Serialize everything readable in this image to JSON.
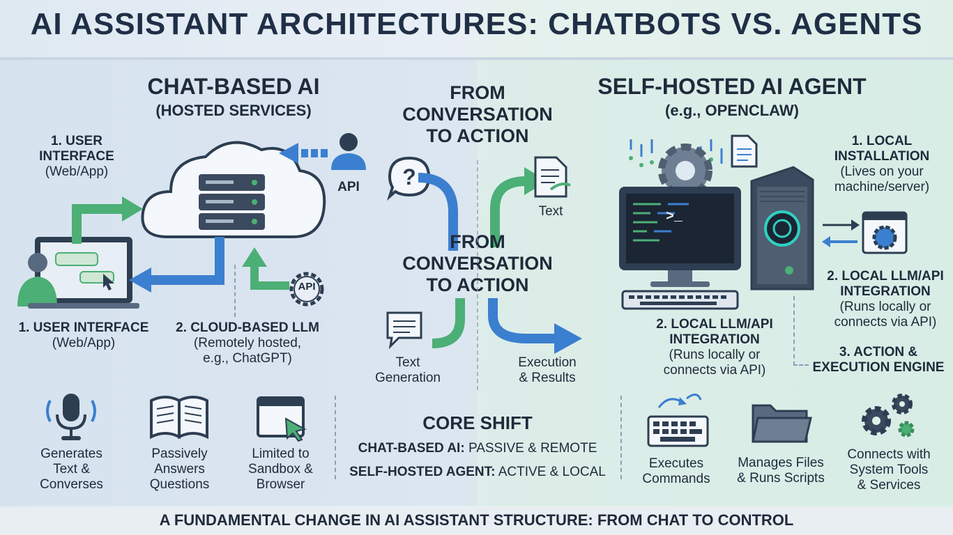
{
  "title": "AI ASSISTANT ARCHITECTURES: CHATBOTS VS. AGENTS",
  "left": {
    "heading": "CHAT-BASED AI",
    "subheading": "(HOSTED SERVICES)",
    "ui_top": {
      "title1": "1. USER",
      "title2": "INTERFACE",
      "desc": "(Web/App)"
    },
    "api_user": "API",
    "api_gear": "API",
    "ui_bottom": {
      "title": "1. USER INTERFACE",
      "desc": "(Web/App)"
    },
    "cloud_llm": {
      "title": "2. CLOUD-BASED LLM",
      "desc1": "(Remotely hosted,",
      "desc2": "e.g., ChatGPT)"
    },
    "features": [
      {
        "line1": "Generates",
        "line2": "Text &",
        "line3": "Converses"
      },
      {
        "line1": "Passively",
        "line2": "Answers",
        "line3": "Questions"
      },
      {
        "line1": "Limited to",
        "line2": "Sandbox &",
        "line3": "Browser"
      }
    ]
  },
  "middle": {
    "top_heading": [
      "FROM",
      "CONVERSATION",
      "TO ACTION"
    ],
    "center_heading": [
      "FROM",
      "CONVERSATION",
      "TO ACTION"
    ],
    "text_label": "Text",
    "text_generation": [
      "Text",
      "Generation"
    ],
    "execution": [
      "Execution",
      "& Results"
    ],
    "core_shift": {
      "heading": "CORE SHIFT",
      "line1_key": "CHAT-BASED AI:",
      "line1_val": "PASSIVE & REMOTE",
      "line2_key": "SELF-HOSTED AGENT:",
      "line2_val": "ACTIVE & LOCAL"
    }
  },
  "right": {
    "heading": "SELF-HOSTED AI AGENT",
    "subheading": "(e.g., OPENCLAW)",
    "local_install": {
      "title1": "1. LOCAL",
      "title2": "INSTALLATION",
      "desc1": "(Lives on your",
      "desc2": "machine/server)"
    },
    "llm_right": {
      "title1": "2. LOCAL LLM/API",
      "title2": "INTEGRATION",
      "desc1": "(Runs locally or",
      "desc2": "connects via API)"
    },
    "llm_bottom": {
      "title1": "2. LOCAL LLM/API",
      "title2": "INTEGRATION",
      "desc1": "(Runs locally or",
      "desc2": "connects via API)"
    },
    "action_engine": {
      "title1": "3. ACTION &",
      "title2": "EXECUTION ENGINE"
    },
    "terminal_prompt": ">_",
    "features": [
      {
        "line1": "Executes",
        "line2": "Commands"
      },
      {
        "line1": "Manages Files",
        "line2": "& Runs Scripts"
      },
      {
        "line1": "Connects with",
        "line2": "System Tools",
        "line3": "& Services"
      }
    ]
  },
  "footer": "A FUNDAMENTAL CHANGE IN AI ASSISTANT STRUCTURE: FROM CHAT TO CONTROL",
  "colors": {
    "green": "#4caf76",
    "blue": "#3b7fd0",
    "dark": "#2d3e52",
    "accent_cyan": "#2fd0c0"
  }
}
